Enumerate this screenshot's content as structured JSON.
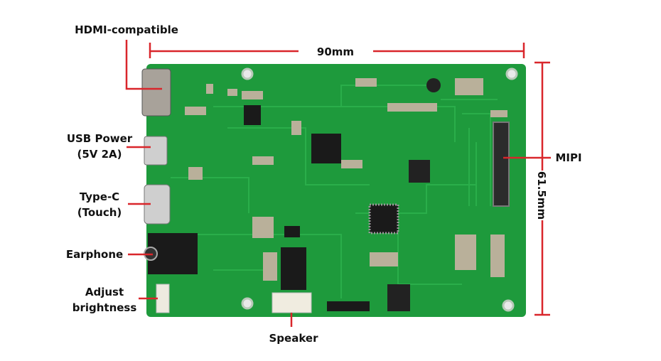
{
  "labels": {
    "hdmi": "HDMI-compatible",
    "usb_power_1": "USB Power",
    "usb_power_2": "(5V 2A)",
    "typec_1": "Type-C",
    "typec_2": "(Touch)",
    "earphone": "Earphone",
    "brightness_1": "Adjust",
    "brightness_2": "brightness",
    "speaker": "Speaker",
    "mipi": "MIPI"
  },
  "dimensions": {
    "width": "90mm",
    "height": "61.5mm"
  },
  "colors": {
    "board": "#1e9a3c",
    "annotation": "#d9262b",
    "chip": "#1a1a1a"
  }
}
